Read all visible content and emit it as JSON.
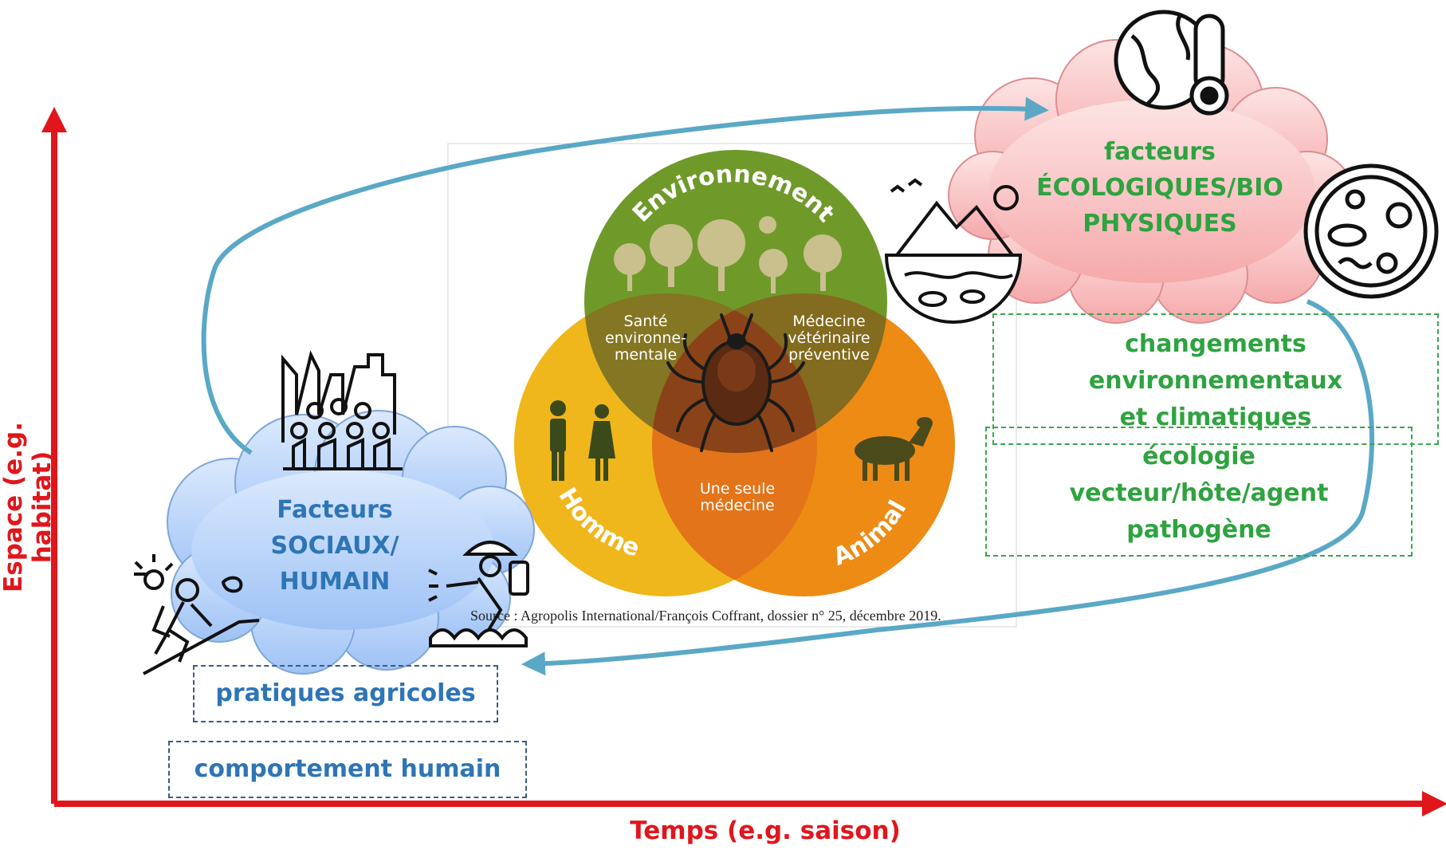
{
  "axes": {
    "x_label": "Temps (e.g. saison)",
    "y_label": "Espace (e.g. habitat)",
    "color": "#e0161c"
  },
  "social": {
    "title": [
      "Facteurs",
      "SOCIAUX/",
      "HUMAIN"
    ],
    "boxes": [
      "pratiques agricoles",
      "comportement humain"
    ],
    "color": "#2e75b6"
  },
  "eco": {
    "title": [
      "facteurs",
      "ÉCOLOGIQUES/BIO",
      "PHYSIQUES"
    ],
    "boxes": [
      [
        "changements",
        "environnementaux",
        "et climatiques"
      ],
      [
        "écologie",
        "vecteur/hôte/agent",
        "pathogène"
      ]
    ],
    "color": "#2ea33f"
  },
  "venn": {
    "environment": "Environnement",
    "human": "Homme",
    "animal": "Animal",
    "env_human": [
      "Santé",
      "environne-",
      "mentale"
    ],
    "env_animal": [
      "Médecine",
      "vétérinaire",
      "préventive"
    ],
    "center": [
      "Une seule",
      "médecine"
    ],
    "caption": "Source : Agropolis International/François Coffrant, dossier n° 25, décembre 2019."
  },
  "colors": {
    "environment": "#6f9a2a",
    "human": "#efb71c",
    "animal": "#ed8b14",
    "arrow": "#5aa8c6",
    "cloud_blue": "#b9d5fb",
    "cloud_pink": "#f9c3c3"
  }
}
